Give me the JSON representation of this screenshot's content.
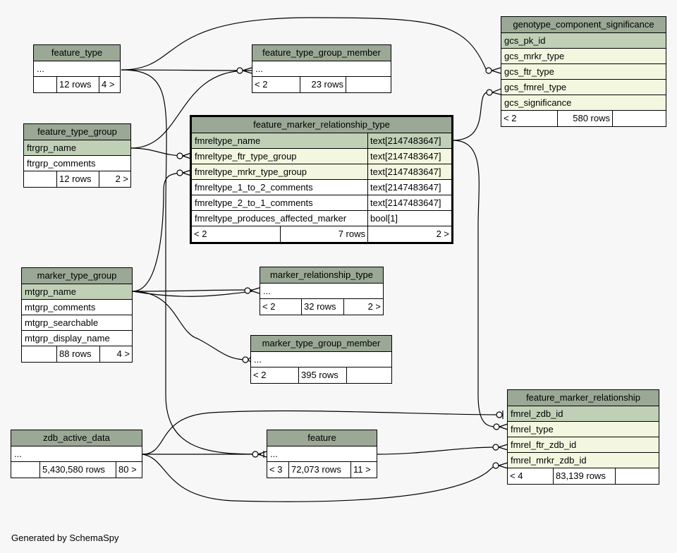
{
  "credit": "Generated by SchemaSpy",
  "tables": {
    "feature_type": {
      "name": "feature_type",
      "rows": [
        {
          "label": "..."
        }
      ],
      "footer": [
        "",
        "12 rows",
        "4 >"
      ]
    },
    "feature_type_group": {
      "name": "feature_type_group",
      "rows": [
        {
          "label": "ftrgrp_name"
        },
        {
          "label": "ftrgrp_comments"
        }
      ],
      "footer": [
        "",
        "12 rows",
        "2 >"
      ]
    },
    "feature_type_group_member": {
      "name": "feature_type_group_member",
      "rows": [
        {
          "label": "..."
        }
      ],
      "footer": [
        "< 2",
        "23 rows",
        ""
      ]
    },
    "feature_marker_relationship_type": {
      "name": "feature_marker_relationship_type",
      "rows": [
        {
          "label": "fmreltype_name",
          "type": "text[2147483647]"
        },
        {
          "label": "fmreltype_ftr_type_group",
          "type": "text[2147483647]"
        },
        {
          "label": "fmreltype_mrkr_type_group",
          "type": "text[2147483647]"
        },
        {
          "label": "fmreltype_1_to_2_comments",
          "type": "text[2147483647]"
        },
        {
          "label": "fmreltype_2_to_1_comments",
          "type": "text[2147483647]"
        },
        {
          "label": "fmreltype_produces_affected_marker",
          "type": "bool[1]"
        }
      ],
      "footer": [
        "< 2",
        "7 rows",
        "2 >"
      ]
    },
    "genotype_component_significance": {
      "name": "genotype_component_significance",
      "rows": [
        {
          "label": "gcs_pk_id"
        },
        {
          "label": "gcs_mrkr_type"
        },
        {
          "label": "gcs_ftr_type"
        },
        {
          "label": "gcs_fmrel_type"
        },
        {
          "label": "gcs_significance"
        }
      ],
      "footer": [
        "< 2",
        "580 rows",
        ""
      ]
    },
    "marker_type_group": {
      "name": "marker_type_group",
      "rows": [
        {
          "label": "mtgrp_name"
        },
        {
          "label": "mtgrp_comments"
        },
        {
          "label": "mtgrp_searchable"
        },
        {
          "label": "mtgrp_display_name"
        }
      ],
      "footer": [
        "",
        "88 rows",
        "4 >"
      ]
    },
    "marker_relationship_type": {
      "name": "marker_relationship_type",
      "rows": [
        {
          "label": "..."
        }
      ],
      "footer": [
        "< 2",
        "32 rows",
        "2 >"
      ]
    },
    "marker_type_group_member": {
      "name": "marker_type_group_member",
      "rows": [
        {
          "label": "..."
        }
      ],
      "footer": [
        "< 2",
        "395 rows",
        ""
      ]
    },
    "zdb_active_data": {
      "name": "zdb_active_data",
      "rows": [
        {
          "label": "..."
        }
      ],
      "footer": [
        "",
        "5,430,580 rows",
        "80 >"
      ]
    },
    "feature": {
      "name": "feature",
      "rows": [
        {
          "label": "..."
        }
      ],
      "footer": [
        "< 3",
        "72,073 rows",
        "11 >"
      ]
    },
    "feature_marker_relationship": {
      "name": "feature_marker_relationship",
      "rows": [
        {
          "label": "fmrel_zdb_id"
        },
        {
          "label": "fmrel_type"
        },
        {
          "label": "fmrel_ftr_zdb_id"
        },
        {
          "label": "fmrel_mrkr_zdb_id"
        }
      ],
      "footer": [
        "< 4",
        "83,139 rows",
        ""
      ]
    }
  }
}
